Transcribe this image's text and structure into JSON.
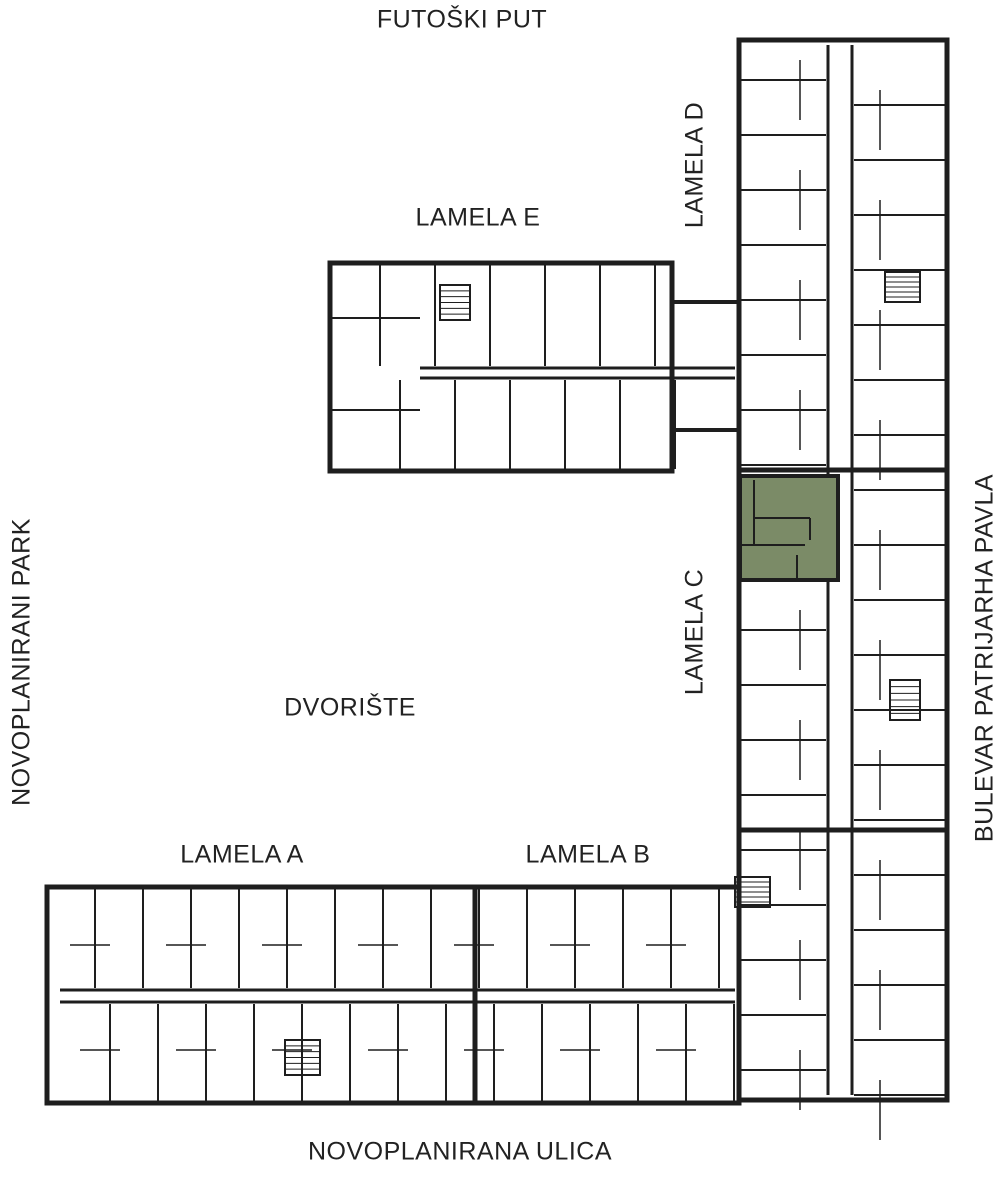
{
  "streets": {
    "north": "FUTOŠKI PUT",
    "west": "NOVOPLANIRANI PARK",
    "east": "BULEVAR PATRIJARHA PAVLA",
    "south": "NOVOPLANIRANA ULICA"
  },
  "courtyard": "DVORIŠTE",
  "lamellas": {
    "a": "LAMELA A",
    "b": "LAMELA B",
    "c": "LAMELA C",
    "d": "LAMELA D",
    "e": "LAMELA E"
  },
  "highlight_color": "#7b8b67",
  "wall_color": "#1e1e1e"
}
